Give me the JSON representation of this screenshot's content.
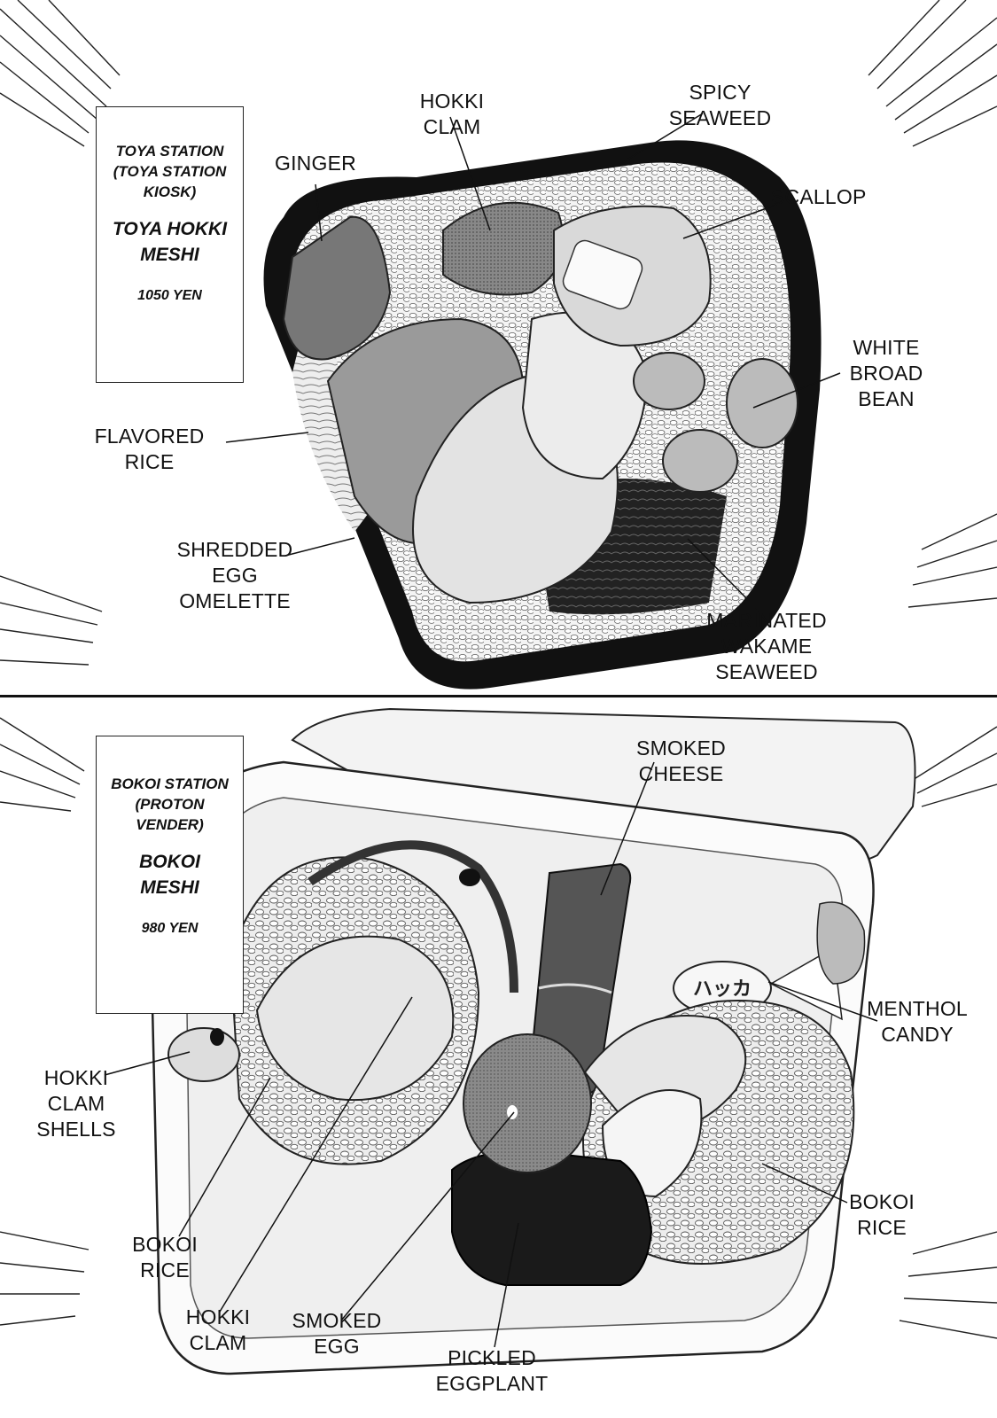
{
  "top_panel": {
    "info": {
      "station": "TOYA STATION\n(TOYA STATION\nKIOSK)",
      "name": "TOYA HOKKI\nMESHI",
      "price": "1050 YEN"
    },
    "labels": {
      "hokki_clam": "HOKKI CLAM",
      "spicy_seaweed": "SPICY SEAWEED",
      "ginger": "GINGER",
      "scallop": "SCALLOP",
      "white_broad_bean": "WHITE\nBROAD BEAN",
      "flavored_rice": "FLAVORED RICE",
      "shredded_egg": "SHREDDED\nEGG OMELETTE",
      "marinated_wakame": "MARINATED\nWAKAME SEAWEED"
    }
  },
  "bottom_panel": {
    "info": {
      "station": "BOKOI STATION\n(PROTON\nVENDER)",
      "name": "BOKOI\nMESHI",
      "price": "980 YEN"
    },
    "labels": {
      "smoked_cheese": "SMOKED CHEESE",
      "menthol_candy": "MENTHOL\nCANDY",
      "hokki_clam_shells": "HOKKI\nCLAM\nSHELLS",
      "bokoi_rice_left": "BOKOI\nRICE",
      "hokki_clam": "HOKKI\nCLAM",
      "smoked_egg": "SMOKED\nEGG",
      "pickled_eggplant": "PICKLED\nEGGPLANT",
      "bokoi_rice_right": "BOKOI\nRICE"
    },
    "candy_text": "ハッカ"
  }
}
